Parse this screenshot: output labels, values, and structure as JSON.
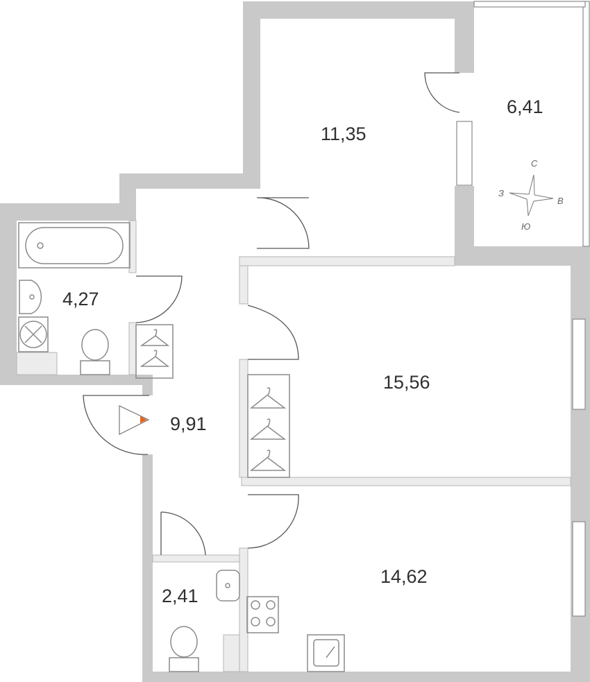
{
  "plan": {
    "rooms": [
      {
        "id": "room-1",
        "area": "11,35"
      },
      {
        "id": "balcony",
        "area": "6,41"
      },
      {
        "id": "bathroom",
        "area": "4,27"
      },
      {
        "id": "room-2",
        "area": "15,56"
      },
      {
        "id": "hall",
        "area": "9,91"
      },
      {
        "id": "wc",
        "area": "2,41"
      },
      {
        "id": "kitchen",
        "area": "14,62"
      }
    ],
    "compass": {
      "north": "С",
      "west": "З",
      "east": "В",
      "south": "Ю"
    },
    "colors": {
      "wall": "#c9c9c9",
      "text": "#2f2f2f",
      "entrance_marker": "#e8641e"
    }
  }
}
